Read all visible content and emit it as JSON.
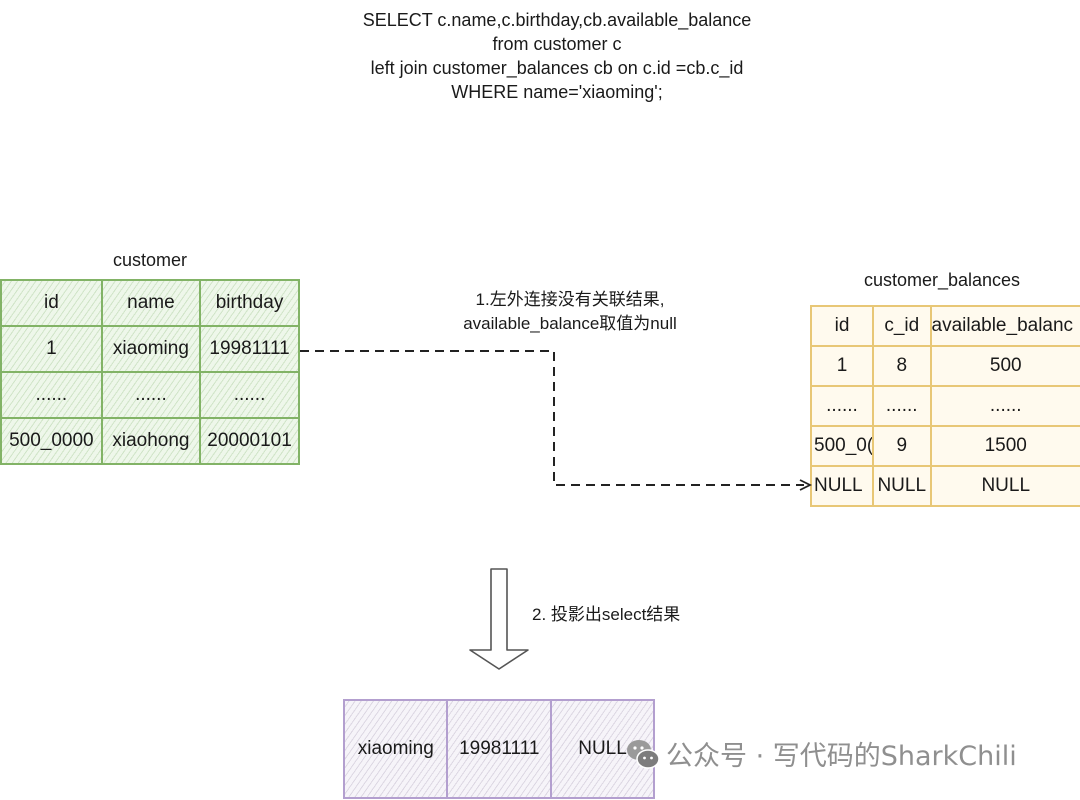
{
  "sql": {
    "lines": [
      "SELECT c.name,c.birthday,cb.available_balance",
      "from customer c",
      "left join customer_balances cb on c.id =cb.c_id",
      "WHERE name='xiaoming';"
    ]
  },
  "customer": {
    "title": "customer",
    "headers": [
      "id",
      "name",
      "birthday"
    ],
    "rows": [
      [
        "1",
        "xiaoming",
        "19981111"
      ],
      [
        "......",
        "......",
        "......"
      ],
      [
        "500_0000",
        "xiaohong",
        "20000101"
      ]
    ],
    "color": "#82b366"
  },
  "customer_balances": {
    "title": "customer_balances",
    "headers": [
      "id",
      "c_id",
      "available_balanc"
    ],
    "rows": [
      [
        "1",
        "8",
        "500"
      ],
      [
        "......",
        "......",
        "......"
      ],
      [
        "500_0(",
        "9",
        "1500"
      ],
      [
        "NULL",
        "NULL",
        "NULL"
      ]
    ],
    "color": "#e8c776"
  },
  "annotations": {
    "step1_line1": "1.左外连接没有关联结果,",
    "step1_line2": "available_balance取值为null",
    "step2": "2. 投影出select结果"
  },
  "result": {
    "row": [
      "xiaoming",
      "19981111",
      "NULL"
    ],
    "color": "#b39fcf"
  },
  "watermark": {
    "icon": "wechat-icon",
    "text": "公众号 · 写代码的SharkChili"
  }
}
